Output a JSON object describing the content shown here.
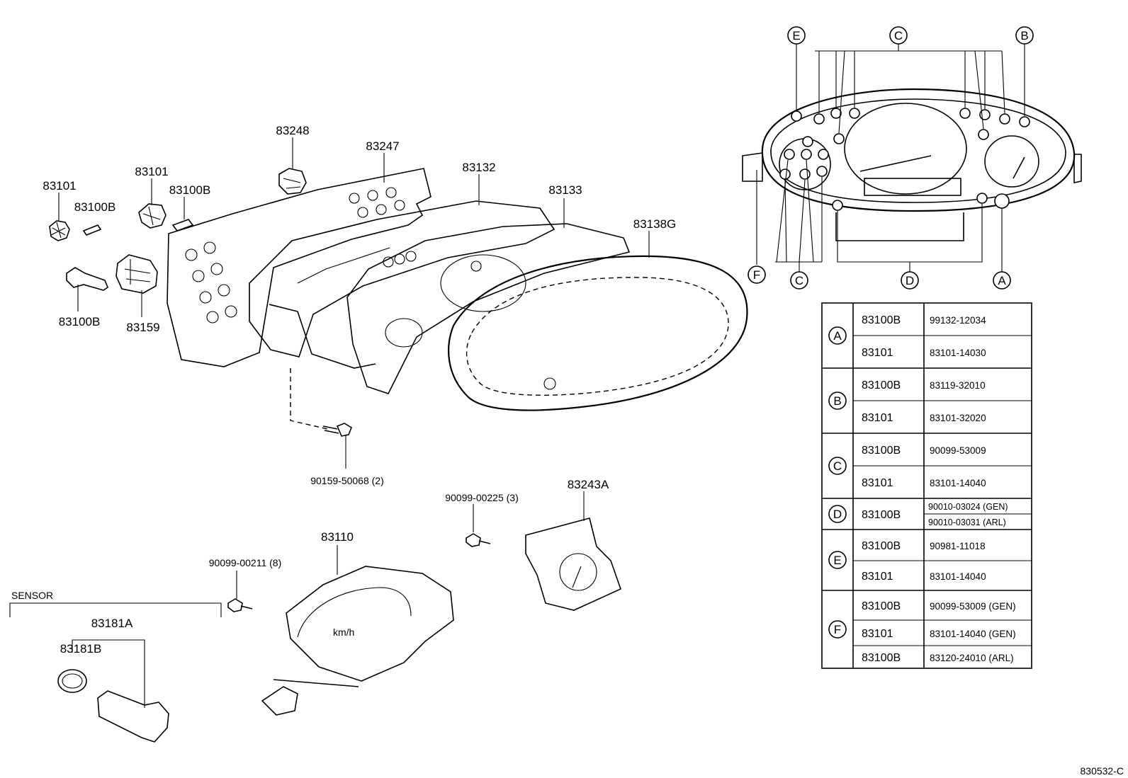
{
  "part_labels": {
    "p83248": "83248",
    "p83247": "83247",
    "p83132": "83132",
    "p83133": "83133",
    "p83138G": "83138G",
    "p83101_a": "83101",
    "p83100B_a": "83100B",
    "p83101_b": "83101",
    "p83100B_b": "83100B",
    "p83100B_c": "83100B",
    "p83159": "83159",
    "screw1": "90159-50068 (2)",
    "screw2": "90099-00225 (3)",
    "p83243A": "83243A",
    "p83110": "83110",
    "screw3": "90099-00211 (8)",
    "sensor": "SENSOR",
    "p83181A": "83181A",
    "p83181B": "83181B"
  },
  "callout_letters": {
    "E": "E",
    "C": "C",
    "B": "B",
    "F": "F",
    "D": "D",
    "A": "A"
  },
  "table": [
    {
      "key": "A",
      "rows": [
        {
          "part": "83100B",
          "number": "99132-12034"
        },
        {
          "part": "83101",
          "number": "83101-14030"
        }
      ]
    },
    {
      "key": "B",
      "rows": [
        {
          "part": "83100B",
          "number": "83119-32010"
        },
        {
          "part": "83101",
          "number": "83101-32020"
        }
      ]
    },
    {
      "key": "C",
      "rows": [
        {
          "part": "83100B",
          "number": "90099-53009"
        },
        {
          "part": "83101",
          "number": "83101-14040"
        }
      ]
    },
    {
      "key": "D",
      "rows": [
        {
          "part": "83100B",
          "number": "90010-03024 (GEN)",
          "number2": "90010-03031 (ARL)"
        }
      ]
    },
    {
      "key": "E",
      "rows": [
        {
          "part": "83100B",
          "number": "90981-11018"
        },
        {
          "part": "83101",
          "number": "83101-14040"
        }
      ]
    },
    {
      "key": "F",
      "rows": [
        {
          "part": "83100B",
          "number": "90099-53009 (GEN)"
        },
        {
          "part": "83101",
          "number": "83101-14040 (GEN)"
        },
        {
          "part": "83100B",
          "number": "83120-24010 (ARL)"
        }
      ]
    }
  ],
  "diagram_code": "830532-C"
}
